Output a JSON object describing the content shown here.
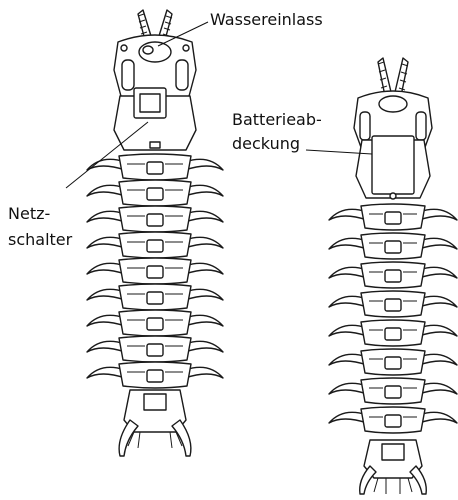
{
  "labels": {
    "water_inlet": "Wassereinlass",
    "battery_cover_line1": "Batterieab-",
    "battery_cover_line2": "deckung",
    "power_switch_line1": "Netz-",
    "power_switch_line2": "schalter"
  },
  "views": [
    "top-view",
    "bottom-view"
  ],
  "segment_counts": {
    "left_body_segments": 9,
    "right_body_segments": 8
  }
}
